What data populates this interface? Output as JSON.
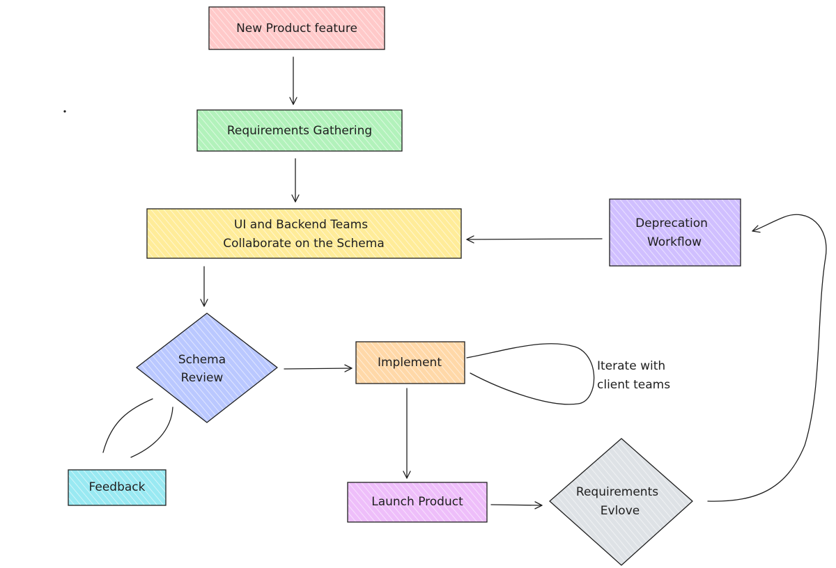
{
  "nodes": {
    "new_product": {
      "label": "New Product feature",
      "fill": "#ffc9c9"
    },
    "requirements_gathering": {
      "label": "Requirements Gathering",
      "fill": "#b2f2bb"
    },
    "collaborate": {
      "line1": "UI and Backend Teams",
      "line2": "Collaborate on the Schema",
      "fill": "#ffec99"
    },
    "deprecation": {
      "line1": "Deprecation",
      "line2": "Workflow",
      "fill": "#d0bfff"
    },
    "schema_review": {
      "line1": "Schema",
      "line2": "Review",
      "fill": "#bac8ff"
    },
    "implement": {
      "label": "Implement",
      "fill": "#ffd8a8"
    },
    "feedback": {
      "label": "Feedback",
      "fill": "#99e9f2"
    },
    "launch": {
      "label": "Launch Product",
      "fill": "#eebefa"
    },
    "requirements_evolve": {
      "line1": "Requirements",
      "line2": "Evlove",
      "fill": "#dee2e6"
    }
  },
  "annotations": {
    "iterate": {
      "line1": "Iterate with",
      "line2": "client teams"
    }
  }
}
